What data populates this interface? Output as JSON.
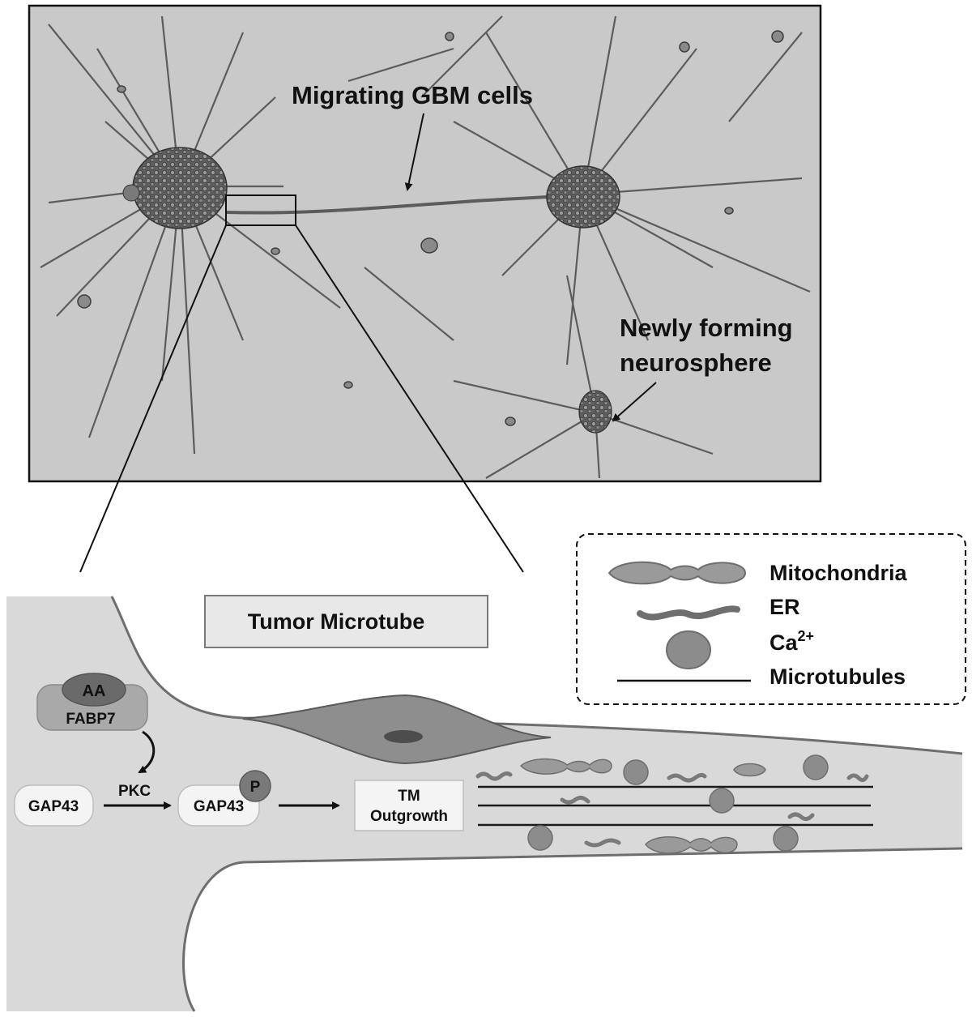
{
  "micrograph": {
    "label_migrating": "Migrating GBM cells",
    "label_newly_line1": "Newly forming",
    "label_newly_line2": "neurosphere"
  },
  "legend": {
    "mitochondria": "Mitochondria",
    "er": "ER",
    "calcium_base": "Ca",
    "calcium_sup": "2+",
    "microtubules": "Microtubules"
  },
  "schematic": {
    "title": "Tumor Microtube",
    "aa": "AA",
    "fabp7": "FABP7",
    "gap43_left": "GAP43",
    "pkc": "PKC",
    "gap43_right": "GAP43",
    "phospho": "P",
    "tm_line1": "TM",
    "tm_line2": "Outgrowth"
  },
  "colors": {
    "cell_fill": "#d9d9d9",
    "cell_edge": "#6e6e6e",
    "organelle": "#8c8c8c",
    "micrograph_bg": "#c9c9c9"
  }
}
